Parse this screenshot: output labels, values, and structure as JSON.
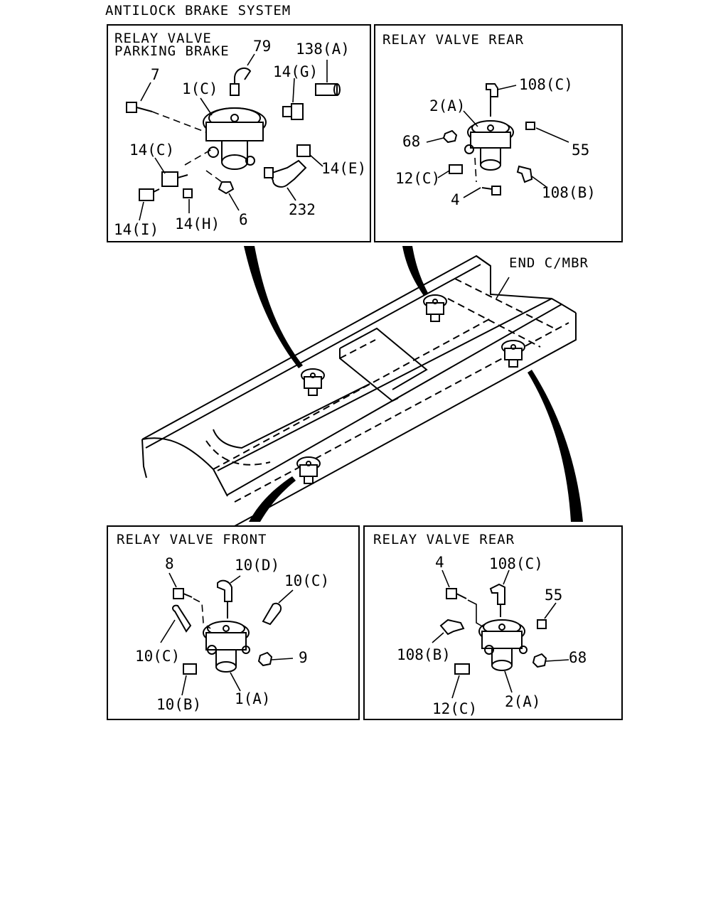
{
  "diagram_title": "ANTILOCK BRAKE SYSTEM",
  "chassis_label": "END C/MBR",
  "panels": [
    {
      "id": "parking",
      "title": [
        "RELAY VALVE",
        "PARKING BRAKE"
      ],
      "labels": [
        "79",
        "138(A)",
        "7",
        "1(C)",
        "14(G)",
        "14(C)",
        "14(E)",
        "232",
        "6",
        "14(H)",
        "14(I)"
      ]
    },
    {
      "id": "rear_top",
      "title": [
        "RELAY VALVE REAR"
      ],
      "labels": [
        "108(C)",
        "2(A)",
        "68",
        "55",
        "12(C)",
        "108(B)",
        "4"
      ]
    },
    {
      "id": "front",
      "title": [
        "RELAY VALVE FRONT"
      ],
      "labels": [
        "8",
        "10(D)",
        "10(C)",
        "10(C)",
        "9",
        "10(B)",
        "1(A)"
      ]
    },
    {
      "id": "rear_bottom",
      "title": [
        "RELAY VALVE REAR"
      ],
      "labels": [
        "4",
        "108(C)",
        "55",
        "108(B)",
        "68",
        "12(C)",
        "2(A)"
      ]
    }
  ]
}
